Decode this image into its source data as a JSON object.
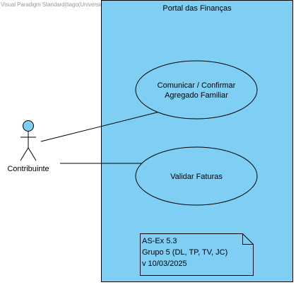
{
  "watermark": "Visual Paradigm Standard(tiago(Universidade de Aveiro))",
  "system_boundary": {
    "title": "Portal das Finanças",
    "fill": "#7fcff5"
  },
  "actor": {
    "name": "Contribuinte",
    "head_fill": "#7fcff5"
  },
  "use_cases": [
    {
      "line1": "Comunicar / Confirmar",
      "line2": "Agregado Familiar"
    },
    {
      "line1": "Validar Faturas"
    }
  ],
  "note": {
    "lines": [
      "AS-Ex 5.3",
      "Grupo 5 (DL, TP, TV, JC)",
      "v 10/03/2025"
    ],
    "fill": "#7fcff5"
  }
}
